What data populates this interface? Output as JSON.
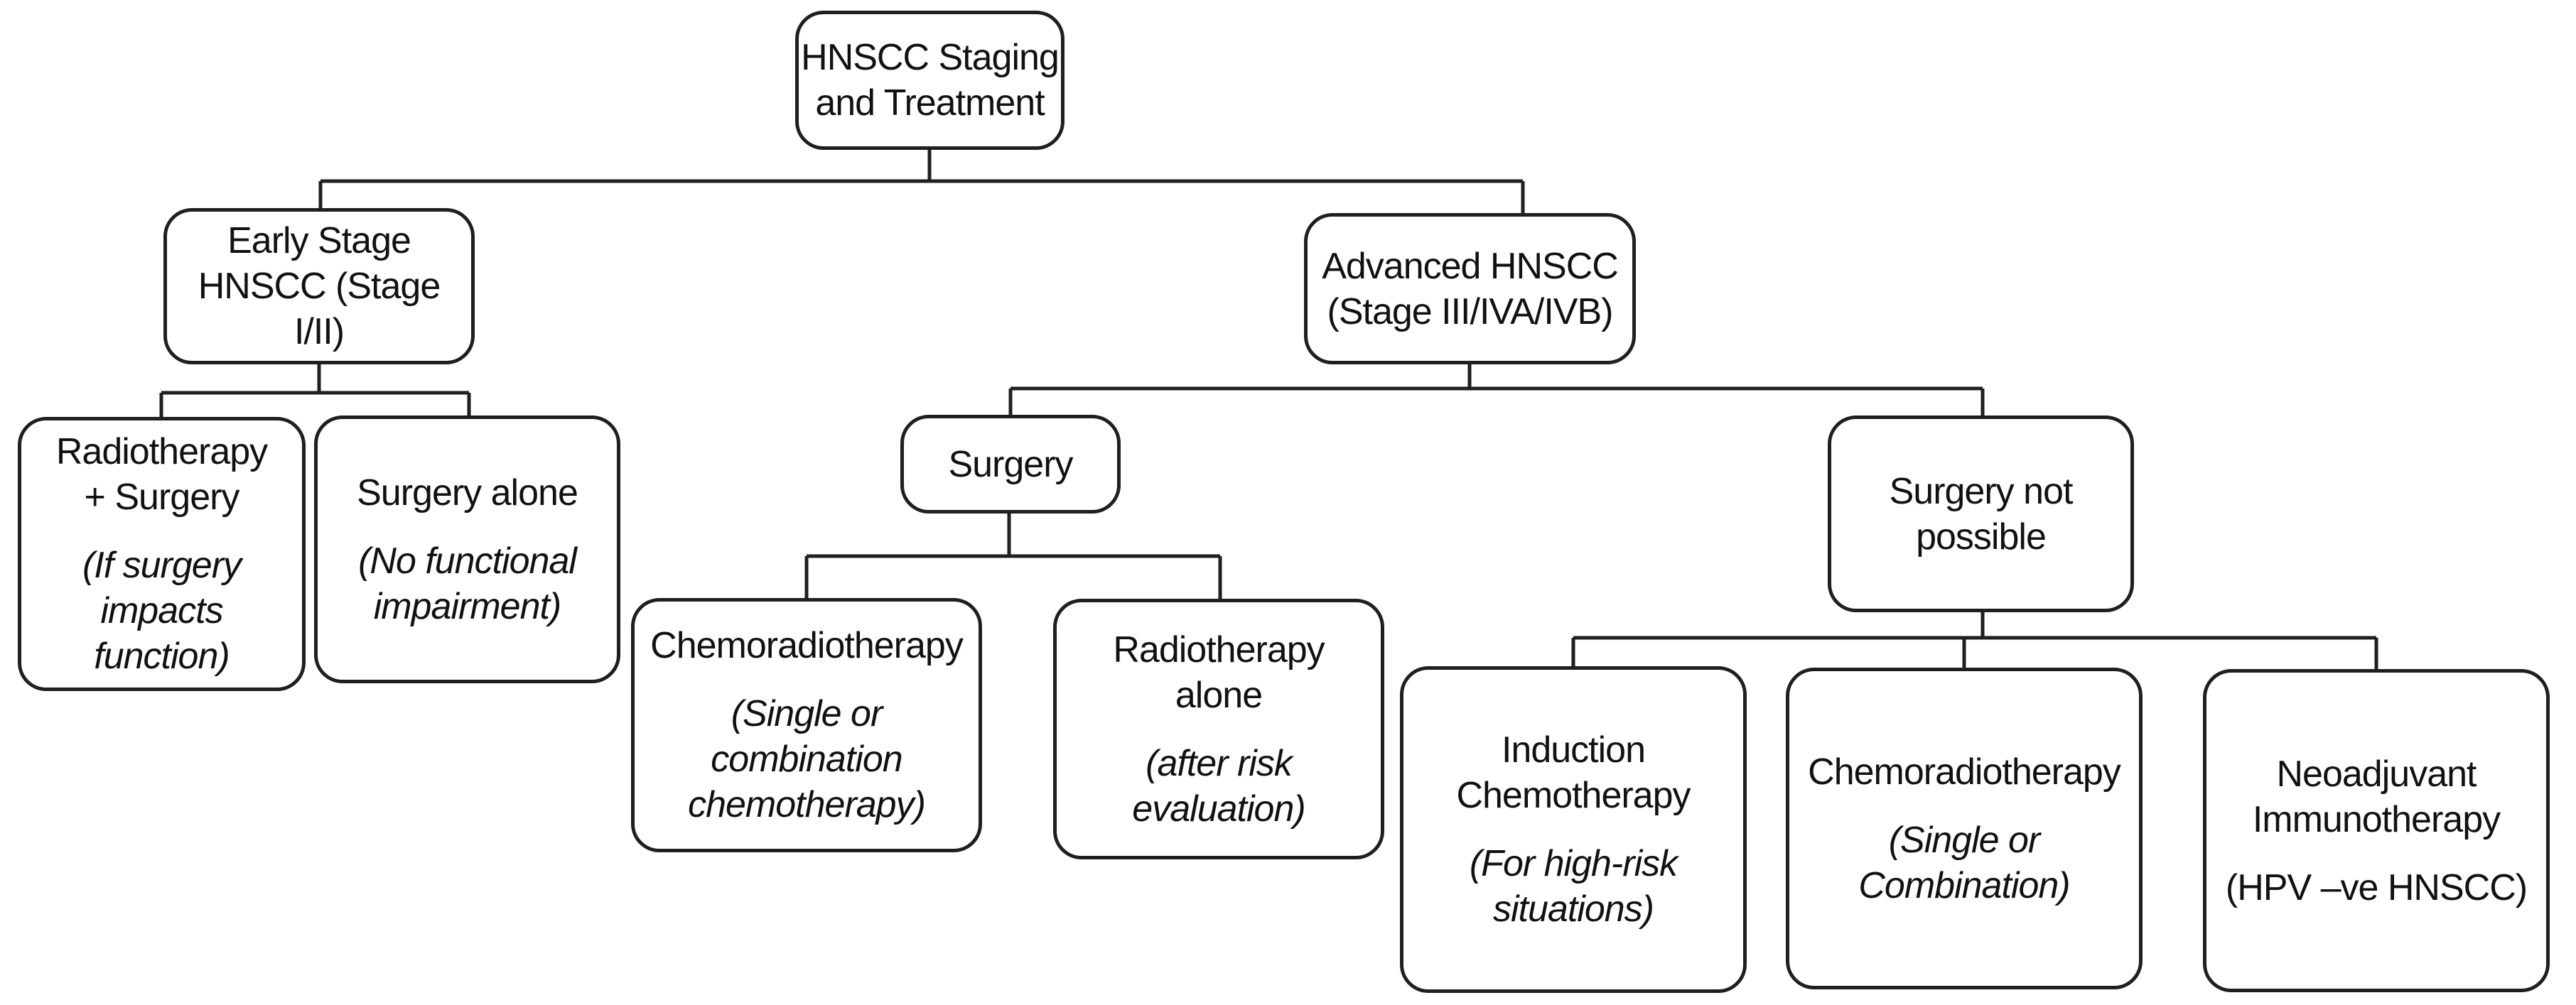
{
  "diagram": {
    "colors": {
      "line": "#1f1f1f",
      "box_border": "#1f1f1f",
      "box_fill": "#ffffff",
      "text": "#111111",
      "background": "#ffffff"
    },
    "nodes": [
      {
        "id": "hnscc-staging-and-treatment",
        "title_lines": [
          "HNSCC Staging",
          "and Treatment"
        ]
      },
      {
        "id": "early-stage-hnscc",
        "title_lines": [
          "Early Stage",
          "HNSCC (Stage",
          "I/II)"
        ]
      },
      {
        "id": "advanced-hnscc",
        "title_lines": [
          "Advanced HNSCC",
          "(Stage III/IVA/IVB)"
        ]
      },
      {
        "id": "radiotherapy-plus-surgery",
        "title_lines": [
          "Radiotherapy",
          "+ Surgery"
        ],
        "note_lines": [
          "(If surgery",
          "impacts",
          "function)"
        ],
        "note_italic": true
      },
      {
        "id": "surgery-alone",
        "title_lines": [
          "Surgery alone"
        ],
        "note_lines": [
          "(No functional",
          "impairment)"
        ],
        "note_italic": true
      },
      {
        "id": "surgery",
        "title_lines": [
          "Surgery"
        ]
      },
      {
        "id": "surgery-not-possible",
        "title_lines": [
          "Surgery not",
          "possible"
        ]
      },
      {
        "id": "chemoradiotherapy-post-surgery",
        "title_lines": [
          "Chemoradiotherapy"
        ],
        "note_lines": [
          "(Single or",
          "combination",
          "chemotherapy)"
        ],
        "note_italic": true
      },
      {
        "id": "radiotherapy-alone",
        "title_lines": [
          "Radiotherapy",
          "alone"
        ],
        "note_lines": [
          "(after risk",
          "evaluation)"
        ],
        "note_italic": true
      },
      {
        "id": "induction-chemotherapy",
        "title_lines": [
          "Induction",
          "Chemotherapy"
        ],
        "note_lines": [
          "(For high-risk",
          "situations)"
        ],
        "note_italic": true
      },
      {
        "id": "chemoradiotherapy-inoperable",
        "title_lines": [
          "Chemoradiotherapy"
        ],
        "note_lines": [
          "(Single or",
          "Combination)"
        ],
        "note_italic": true
      },
      {
        "id": "neoadjuvant-immunotherapy",
        "title_lines": [
          "Neoadjuvant",
          "Immunotherapy"
        ],
        "note_lines": [
          "(HPV –ve HNSCC)"
        ],
        "note_italic": false
      }
    ],
    "edges": [
      {
        "from": "hnscc-staging-and-treatment",
        "to": "early-stage-hnscc"
      },
      {
        "from": "hnscc-staging-and-treatment",
        "to": "advanced-hnscc"
      },
      {
        "from": "early-stage-hnscc",
        "to": "radiotherapy-plus-surgery"
      },
      {
        "from": "early-stage-hnscc",
        "to": "surgery-alone"
      },
      {
        "from": "advanced-hnscc",
        "to": "surgery"
      },
      {
        "from": "advanced-hnscc",
        "to": "surgery-not-possible"
      },
      {
        "from": "surgery",
        "to": "chemoradiotherapy-post-surgery"
      },
      {
        "from": "surgery",
        "to": "radiotherapy-alone"
      },
      {
        "from": "surgery-not-possible",
        "to": "induction-chemotherapy"
      },
      {
        "from": "surgery-not-possible",
        "to": "chemoradiotherapy-inoperable"
      },
      {
        "from": "surgery-not-possible",
        "to": "neoadjuvant-immunotherapy"
      }
    ]
  }
}
